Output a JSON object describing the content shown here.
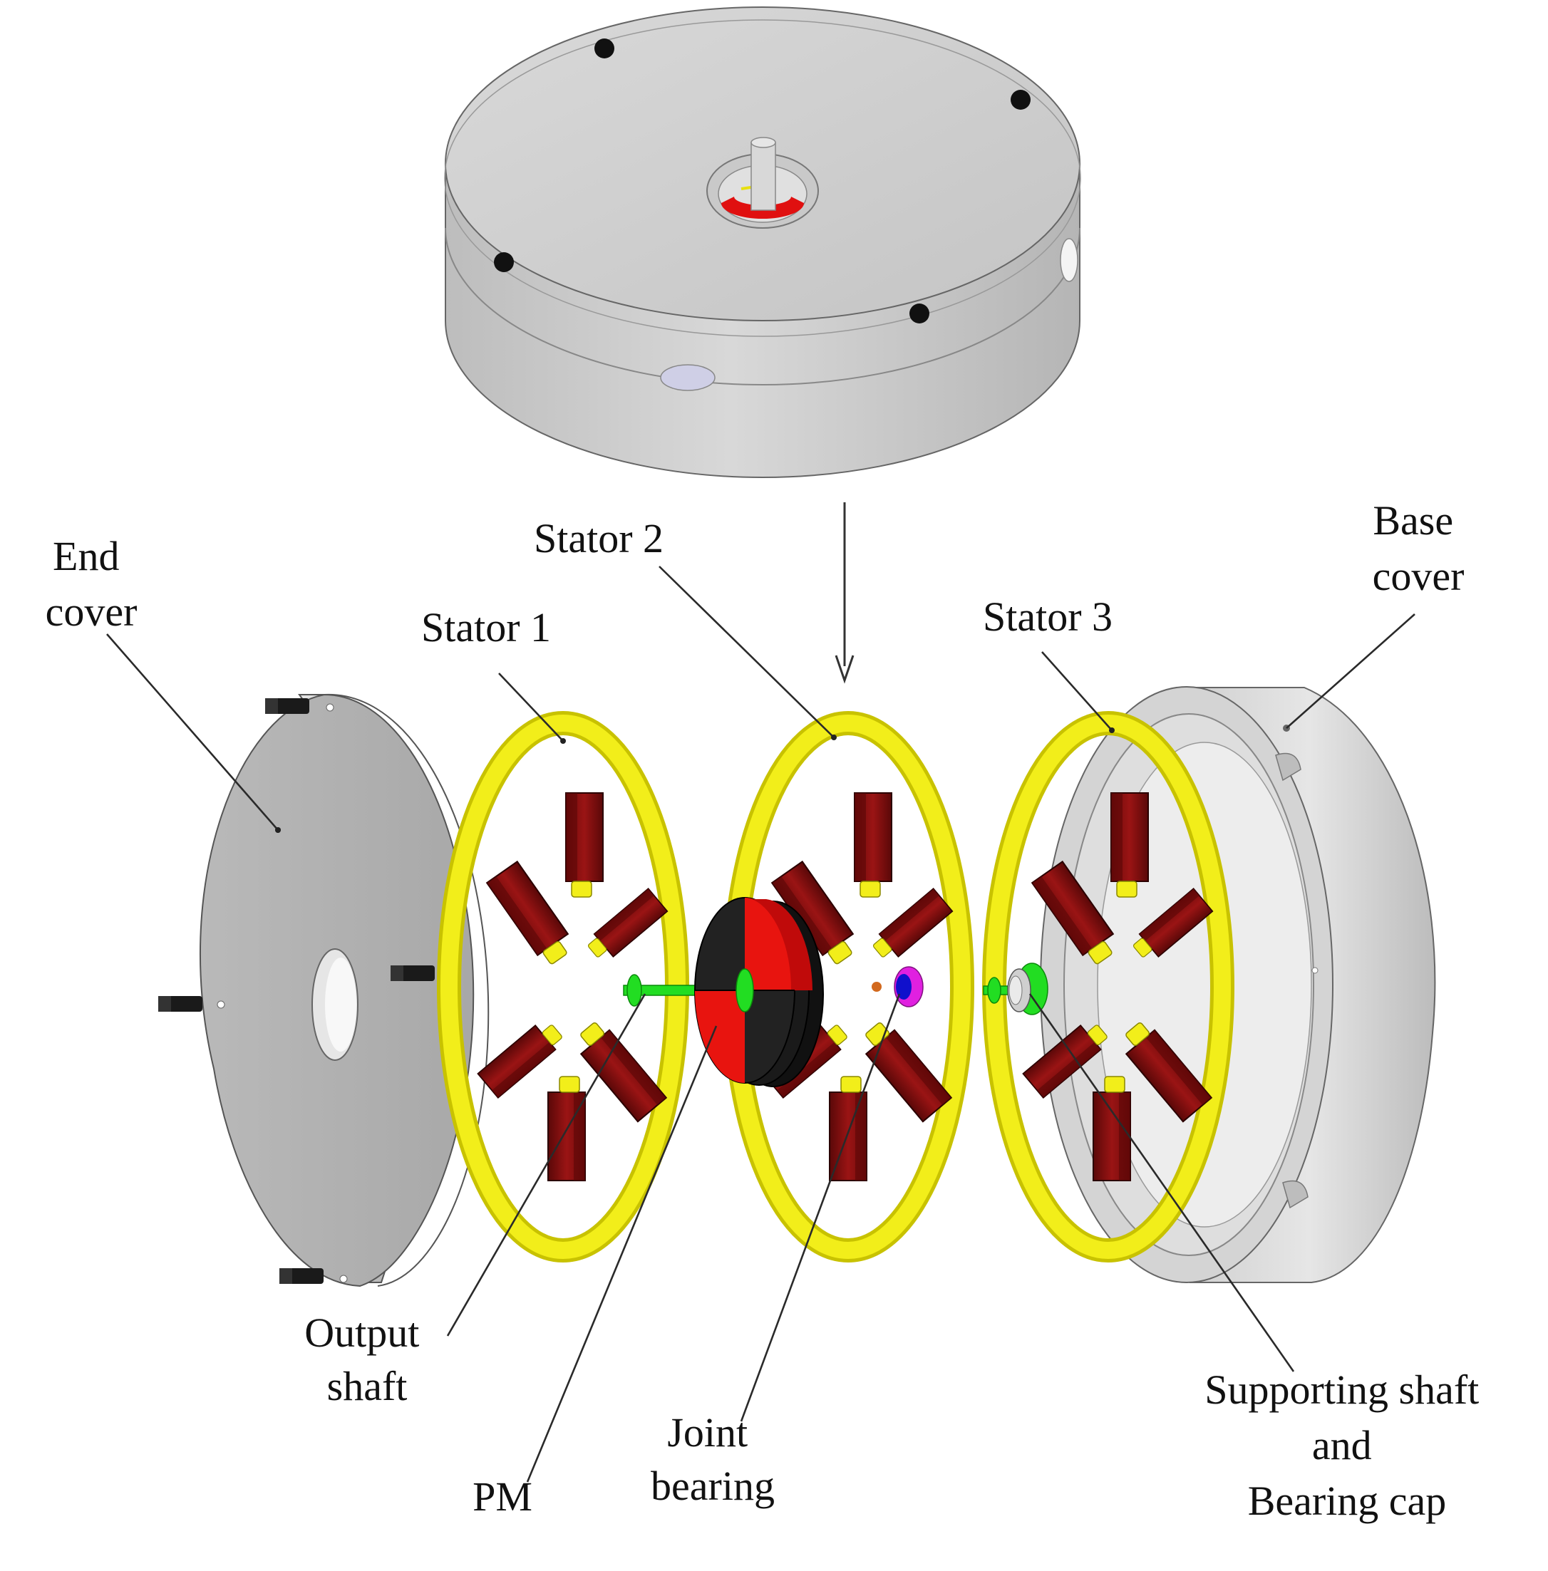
{
  "labels": {
    "end_cover": [
      "End",
      "cover"
    ],
    "stator_1": "Stator 1",
    "stator_2": "Stator 2",
    "stator_3": "Stator 3",
    "base_cover": [
      "Base",
      "cover"
    ],
    "output_shaft": [
      "Output",
      "shaft"
    ],
    "pm": "PM",
    "joint_bearing": [
      "Joint",
      "bearing"
    ],
    "supporting_shaft": [
      "Supporting shaft",
      "and",
      "Bearing cap"
    ]
  },
  "colors": {
    "housing": "#d0d0d0",
    "stator_ring": "#f2ee1a",
    "coil": "#8b1010",
    "pm_red": "#e8140f",
    "pm_black": "#111111",
    "shaft": "#22dd22",
    "bearing_blue": "#1010cc",
    "bearing_magenta": "#e020e0"
  },
  "icons": [
    "screw-icon",
    "arrow-down-icon"
  ]
}
